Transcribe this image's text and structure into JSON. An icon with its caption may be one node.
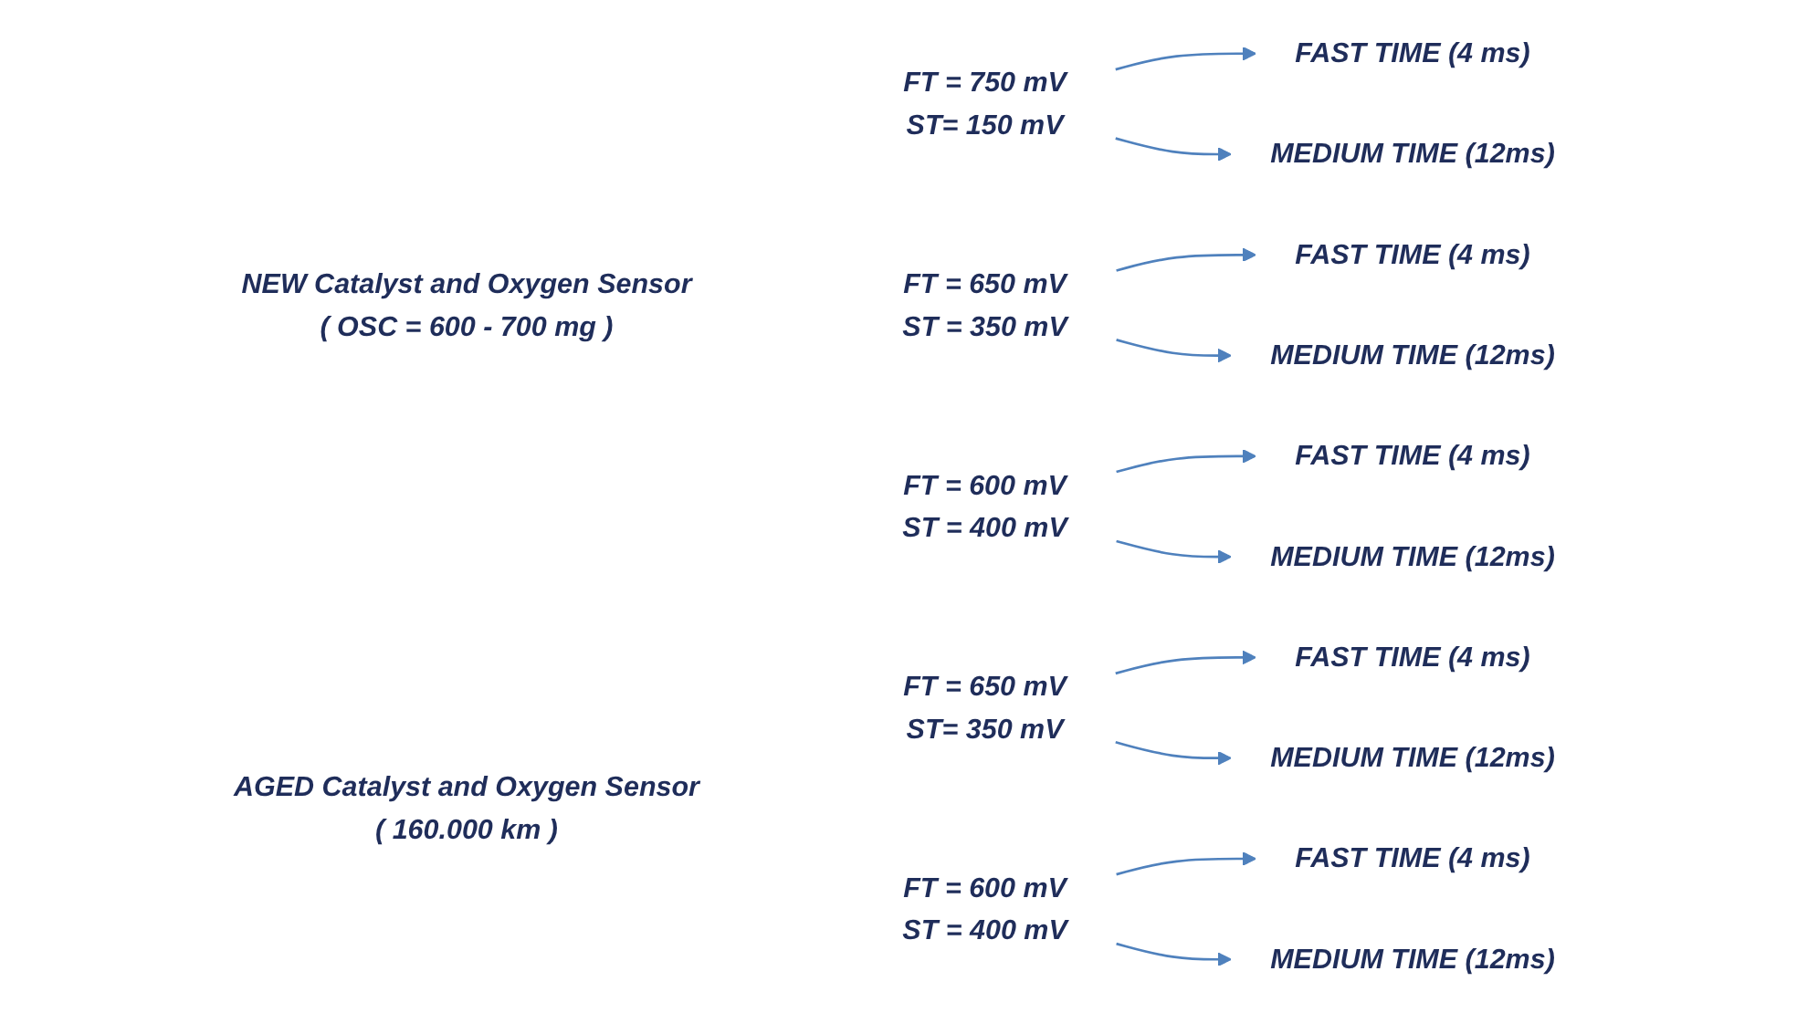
{
  "diagram": {
    "nodes": [
      {
        "text": [
          "NEW Catalyst and Oxygen Sensor",
          "( OSC = 600 - 700 mg )"
        ]
      },
      {
        "text": [
          "FT = 750 mV",
          "ST= 150 mV"
        ]
      },
      {
        "text": [
          "FAST TIME (4 ms)"
        ]
      },
      {
        "text": [
          "MEDIUM TIME (12ms)"
        ]
      },
      {
        "text": [
          "FT = 650 mV",
          "ST = 350 mV"
        ]
      },
      {
        "text": [
          "FAST TIME (4 ms)"
        ]
      },
      {
        "text": [
          "MEDIUM TIME (12ms)"
        ]
      },
      {
        "text": [
          "FT = 600 mV",
          "ST = 400 mV"
        ]
      },
      {
        "text": [
          "FAST TIME (4 ms)"
        ]
      },
      {
        "text": [
          "MEDIUM TIME (12ms)"
        ]
      },
      {
        "text": [
          "AGED Catalyst and Oxygen Sensor",
          "( 160.000 km )"
        ]
      },
      {
        "text": [
          "FT = 650 mV",
          "ST= 350 mV"
        ]
      },
      {
        "text": [
          "FAST TIME (4 ms)"
        ]
      },
      {
        "text": [
          "MEDIUM TIME (12ms)"
        ]
      },
      {
        "text": [
          "FT = 600 mV",
          "ST = 400 mV"
        ]
      },
      {
        "text": [
          "FAST TIME (4 ms)"
        ]
      },
      {
        "text": [
          "MEDIUM TIME (12ms)"
        ]
      }
    ],
    "edges": [
      {
        "from": 1,
        "to": 2,
        "arrow": "to"
      },
      {
        "from": 1,
        "to": 3,
        "arrow": "to"
      },
      {
        "from": 4,
        "to": 5,
        "arrow": "to"
      },
      {
        "from": 4,
        "to": 6,
        "arrow": "to"
      },
      {
        "from": 7,
        "to": 8,
        "arrow": "to"
      },
      {
        "from": 7,
        "to": 9,
        "arrow": "to"
      },
      {
        "from": 11,
        "to": 12,
        "arrow": "to"
      },
      {
        "from": 11,
        "to": 13,
        "arrow": "to"
      },
      {
        "from": 14,
        "to": 15,
        "arrow": "to"
      },
      {
        "from": 14,
        "to": 16,
        "arrow": "to"
      }
    ]
  }
}
